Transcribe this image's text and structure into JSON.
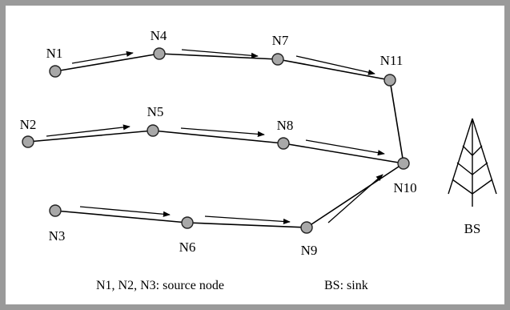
{
  "diagram": {
    "nodes": [
      {
        "id": "N1",
        "label": "N1"
      },
      {
        "id": "N2",
        "label": "N2"
      },
      {
        "id": "N3",
        "label": "N3"
      },
      {
        "id": "N4",
        "label": "N4"
      },
      {
        "id": "N5",
        "label": "N5"
      },
      {
        "id": "N6",
        "label": "N6"
      },
      {
        "id": "N7",
        "label": "N7"
      },
      {
        "id": "N8",
        "label": "N8"
      },
      {
        "id": "N9",
        "label": "N9"
      },
      {
        "id": "N10",
        "label": "N10"
      },
      {
        "id": "N11",
        "label": "N11"
      }
    ],
    "edges": [
      [
        "N1",
        "N4"
      ],
      [
        "N4",
        "N7"
      ],
      [
        "N7",
        "N11"
      ],
      [
        "N11",
        "N10"
      ],
      [
        "N2",
        "N5"
      ],
      [
        "N5",
        "N8"
      ],
      [
        "N8",
        "N10"
      ],
      [
        "N3",
        "N6"
      ],
      [
        "N6",
        "N9"
      ],
      [
        "N9",
        "N10"
      ]
    ],
    "sink_label": "BS",
    "caption_source": "N1, N2, N3: source node",
    "caption_sink": "BS: sink"
  }
}
